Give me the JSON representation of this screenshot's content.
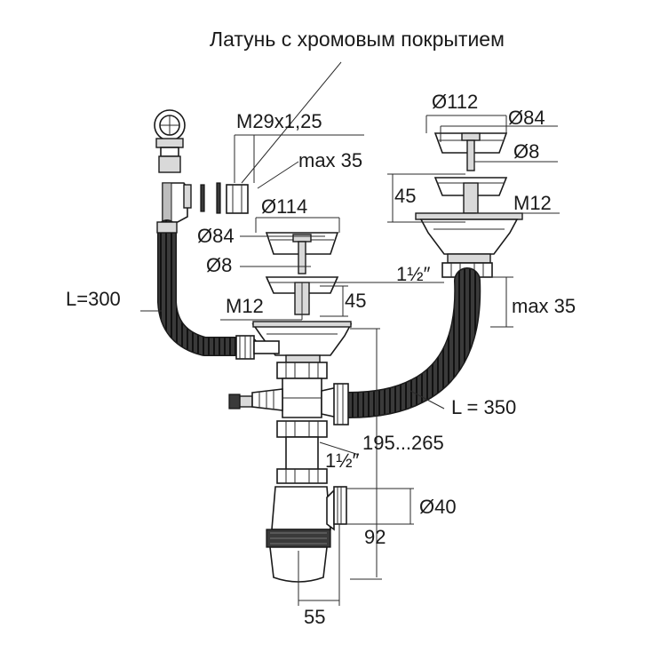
{
  "labels": {
    "material": "Латунь с хромовым покрытием",
    "thread": "M29x1,25",
    "max35_top": "max 35",
    "d112": "Ø112",
    "d84_right": "Ø84",
    "d8_right": "Ø8",
    "h45_right": "45",
    "m12_right": "M12",
    "d114": "Ø114",
    "d84_left": "Ø84",
    "d8_left": "Ø8",
    "pipe_1_5_top": "1½″",
    "max35_right": "max 35",
    "m12_left": "M12",
    "h45_left": "45",
    "L300": "L=300",
    "L350": "L = 350",
    "range": "195...265",
    "pipe_1_5_bottom": "1½″",
    "d40": "Ø40",
    "h92": "92",
    "w55": "55"
  },
  "colors": {
    "line": "#1a1a1a",
    "metal": "#d9d9d9",
    "hose": "#2b2b2b"
  }
}
